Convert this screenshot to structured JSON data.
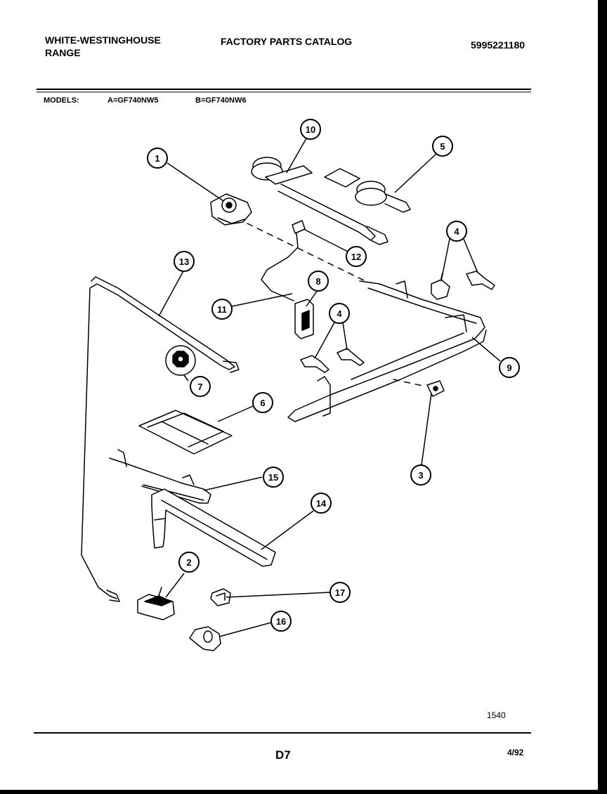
{
  "header": {
    "brand_line1": "WHITE-WESTINGHOUSE",
    "brand_line2": "RANGE",
    "catalog_title": "FACTORY PARTS CATALOG",
    "catalog_number": "5995221180"
  },
  "models": {
    "label": "MODELS:",
    "model_a": "A=GF740NW5",
    "model_b": "B=GF740NW6"
  },
  "diagram": {
    "callouts": [
      "1",
      "2",
      "3",
      "4",
      "4",
      "5",
      "6",
      "7",
      "8",
      "9",
      "10",
      "11",
      "12",
      "13",
      "14",
      "15",
      "16",
      "17"
    ],
    "drawing_number": "1540"
  },
  "footer": {
    "page_code": "D7",
    "date": "4/92"
  }
}
